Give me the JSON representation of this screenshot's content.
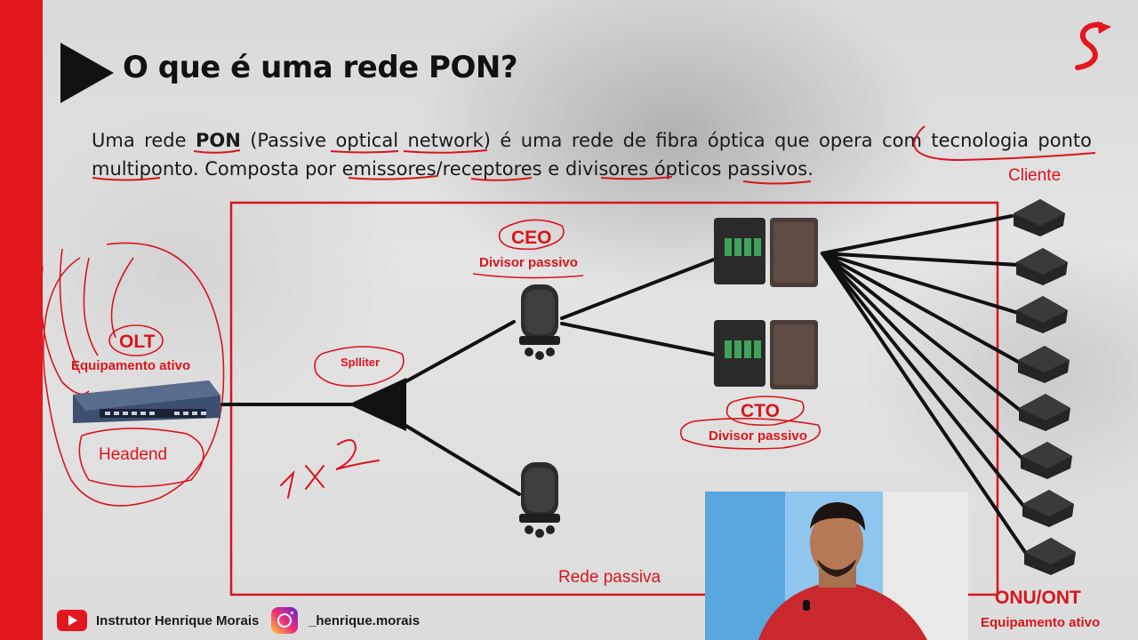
{
  "slide": {
    "title": "O que é uma rede PON?",
    "intro": {
      "p1": "Uma rede ",
      "bold": "PON",
      "p2": " (Passive optical network) é uma rede de fibra óptica que opera com tecnologia ponto multiponto. Composta por emissores/receptores e divisores ópticos passivos."
    },
    "colors": {
      "accent": "#e3171e",
      "annotation": "#d9151b"
    }
  },
  "diagram": {
    "olt": {
      "label": "OLT",
      "sublabel": "Equipamento ativo",
      "annotation": "Headend"
    },
    "splitter": {
      "label": "Splliter",
      "handwritten_ratio": "1x2"
    },
    "ceo": {
      "label": "CEO",
      "sublabel": "Divisor passivo"
    },
    "cto": {
      "label": "CTO",
      "sublabel": "Divisor passivo"
    },
    "client": {
      "label": "Cliente",
      "count": 8
    },
    "onu": {
      "label": "ONU/ONT",
      "sublabel": "Equipamento ativo"
    },
    "passive_network_label": "Rede passiva"
  },
  "footer": {
    "youtube_icon": "youtube-icon",
    "youtube_text": "Instrutor Henrique Morais",
    "instagram_icon": "instagram-icon",
    "instagram_text": "_henrique.morais"
  }
}
